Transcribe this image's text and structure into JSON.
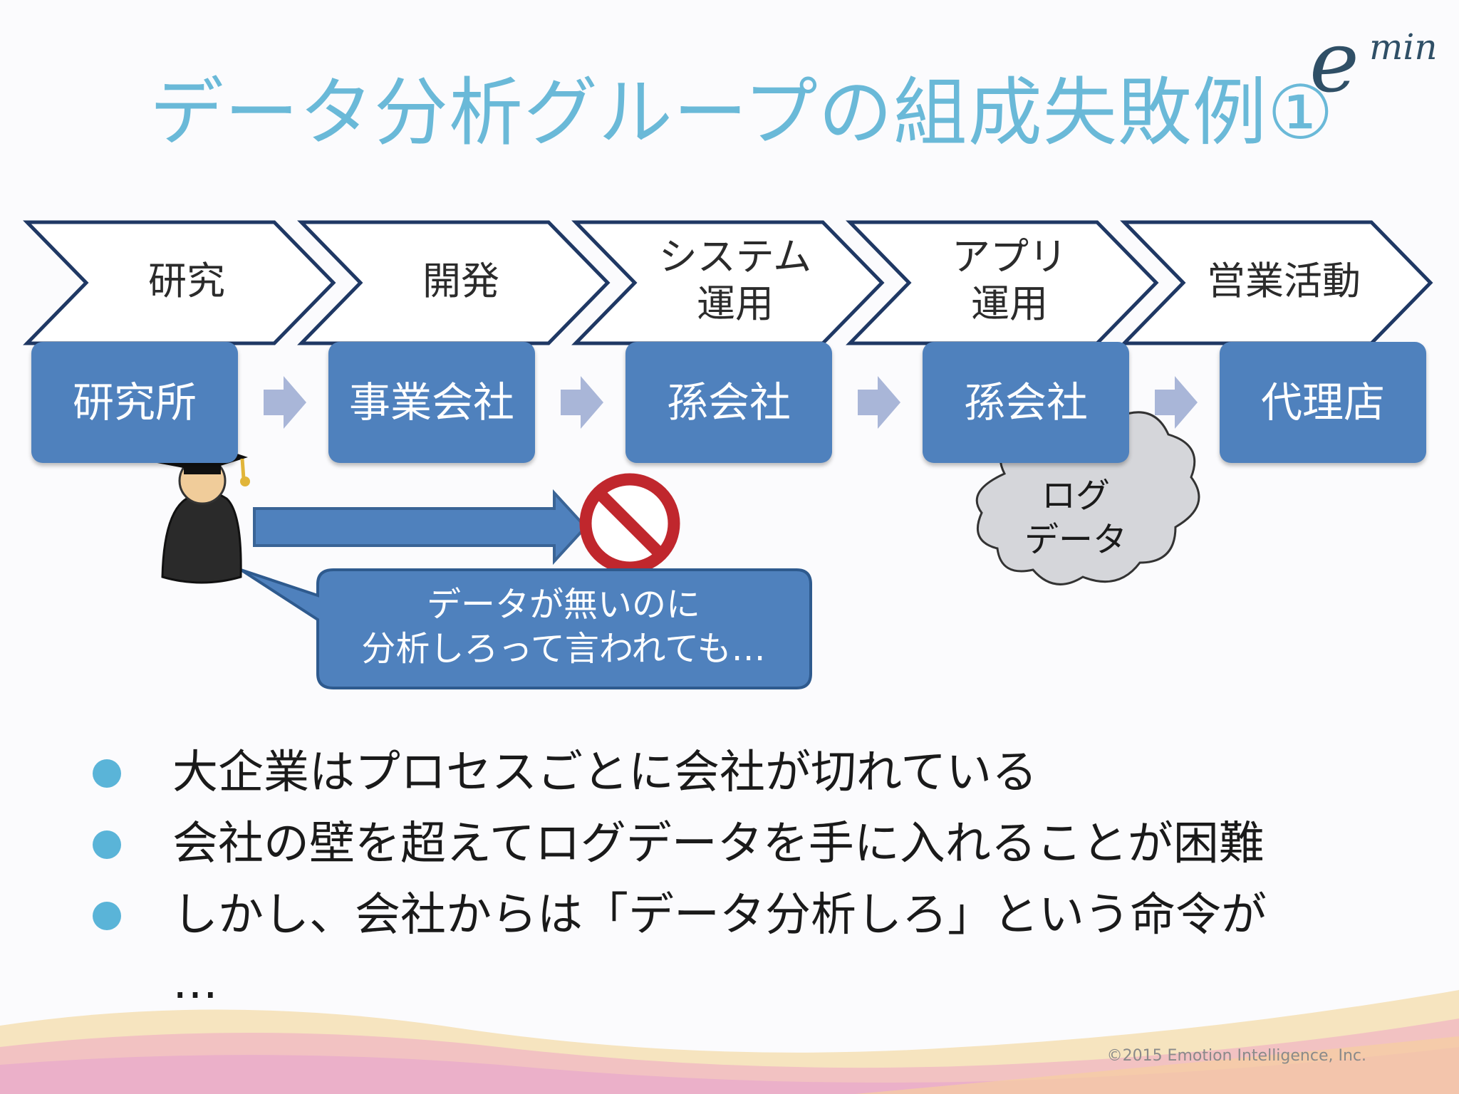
{
  "title": "データ分析グループの組成失敗例①",
  "logo": {
    "e": "e",
    "min": "min"
  },
  "phases": [
    {
      "line1": "研究",
      "line2": ""
    },
    {
      "line1": "開発",
      "line2": ""
    },
    {
      "line1": "システム",
      "line2": "運用"
    },
    {
      "line1": "アプリ",
      "line2": "運用"
    },
    {
      "line1": "営業活動",
      "line2": ""
    }
  ],
  "orgs": [
    "研究所",
    "事業会社",
    "孫会社",
    "孫会社",
    "代理店"
  ],
  "callout": {
    "line1": "データが無いのに",
    "line2": "分析しろって言われても…"
  },
  "cloud": {
    "line1": "ログ",
    "line2": "データ"
  },
  "bullets": [
    "大企業はプロセスごとに会社が切れている",
    "会社の壁を超えてログデータを手に入れることが困難",
    "しかし、会社からは「データ分析しろ」という命令が"
  ],
  "bullet_continuation": "…",
  "copyright": "©2015 Emotion Intelligence, Inc.",
  "colors": {
    "title": "#6ab9d8",
    "chevron_stroke": "#1f3864",
    "org_box": "#4f81bd",
    "small_arrow": "#a9b6d8",
    "bullet_dot": "#5ab4d8",
    "prohibit": "#c0272d"
  },
  "icons": [
    "graduate-person-icon",
    "prohibition-icon",
    "cloud-icon"
  ]
}
